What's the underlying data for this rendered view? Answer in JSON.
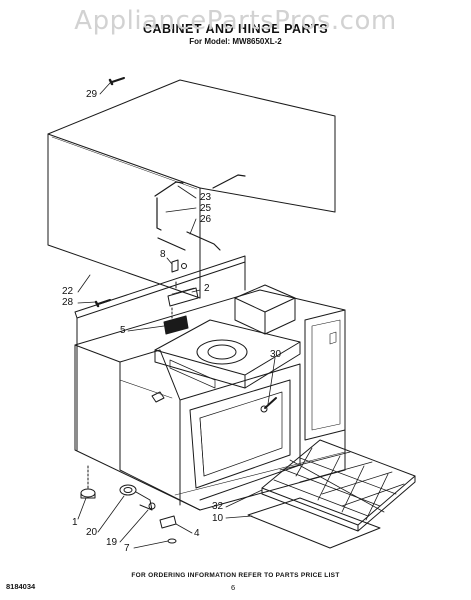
{
  "watermark": "AppliancePartsPros.com",
  "header": {
    "title": "CABINET AND HINGE PARTS",
    "subtitle": "For Model: MW8650XL-2"
  },
  "callouts": [
    {
      "id": "29",
      "text": "29"
    },
    {
      "id": "23",
      "text": "23"
    },
    {
      "id": "25",
      "text": "25"
    },
    {
      "id": "26",
      "text": "26"
    },
    {
      "id": "8",
      "text": "8"
    },
    {
      "id": "2",
      "text": "2"
    },
    {
      "id": "22",
      "text": "22"
    },
    {
      "id": "28",
      "text": "28"
    },
    {
      "id": "5",
      "text": "5"
    },
    {
      "id": "30",
      "text": "30"
    },
    {
      "id": "1",
      "text": "1"
    },
    {
      "id": "20",
      "text": "20"
    },
    {
      "id": "19",
      "text": "19"
    },
    {
      "id": "32",
      "text": "32"
    },
    {
      "id": "10",
      "text": "10"
    },
    {
      "id": "4",
      "text": "4"
    },
    {
      "id": "7",
      "text": "7"
    }
  ],
  "footer": {
    "note": "FOR ORDERING INFORMATION REFER TO PARTS PRICE LIST",
    "doc_code": "8184034",
    "page_number": "6"
  }
}
